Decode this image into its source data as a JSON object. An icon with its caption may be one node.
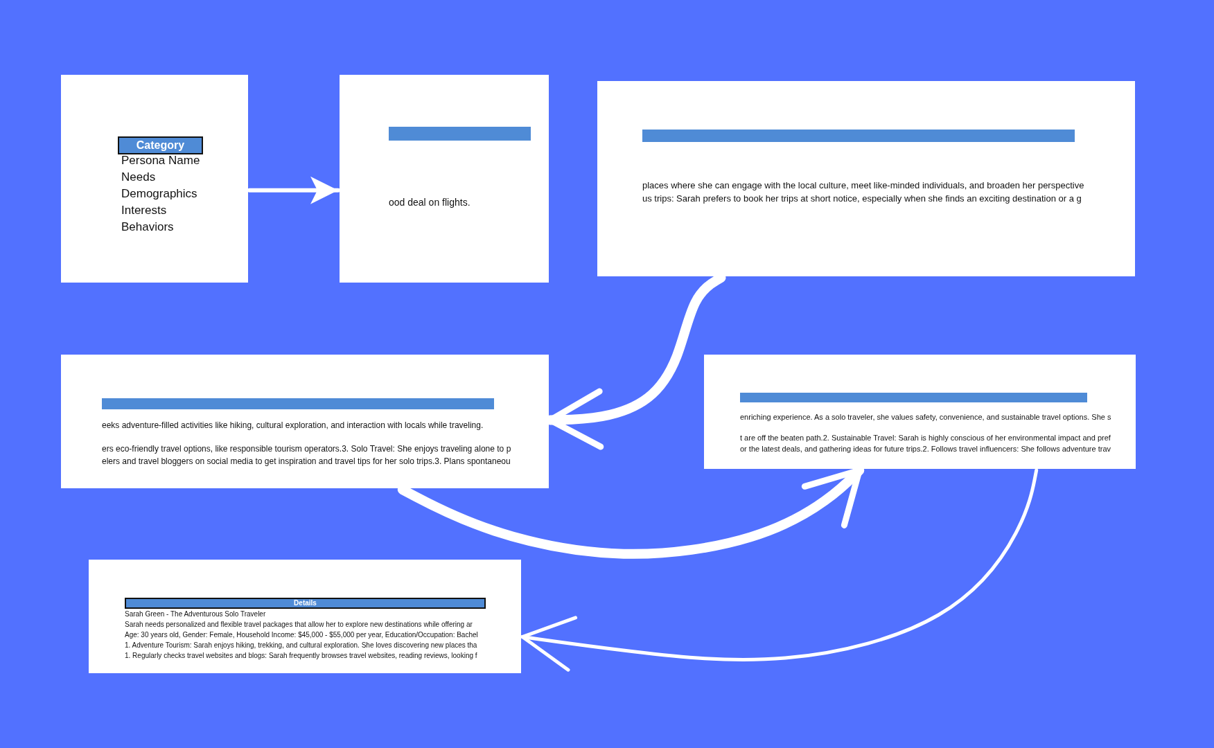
{
  "diagram": {
    "nodes": [
      {
        "text": [
          "Category",
          "Persona Name",
          "Needs",
          "Demographics",
          "Interests",
          "Behaviors"
        ]
      },
      {
        "text": [
          "ood deal on flights."
        ]
      },
      {
        "text": [
          "places where she can engage with the local culture, meet like-minded individuals, and broaden her perspective",
          "us trips: Sarah prefers to book her trips at short notice, especially when she finds an exciting destination or a g"
        ]
      },
      {
        "text": [
          "eeks adventure-filled activities like hiking, cultural exploration, and interaction with locals while traveling.",
          "ers eco-friendly travel options, like responsible tourism operators.3. Solo Travel: She enjoys traveling alone to p",
          "elers and travel bloggers on social media to get inspiration and travel tips for her solo trips.3. Plans spontaneou"
        ]
      },
      {
        "text": [
          "enriching experience. As a solo traveler, she values safety, convenience, and sustainable travel options. She s",
          "t are off the beaten path.2. Sustainable Travel: Sarah is highly conscious of her environmental impact and pref",
          "or the latest deals, and gathering ideas for future trips.2. Follows travel influencers: She follows adventure trav"
        ]
      },
      {
        "text": [
          "Details",
          "Sarah Green - The Adventurous Solo Traveler",
          "Sarah needs personalized and flexible travel packages that allow her to explore new destinations while offering ar",
          "Age: 30 years old, Gender: Female, Household Income: $45,000 - $55,000 per year, Education/Occupation: Bachel",
          "1. Adventure Tourism: Sarah enjoys hiking, trekking, and cultural exploration. She loves discovering new places tha",
          "1. Regularly checks travel websites and blogs: Sarah frequently browses travel websites, reading reviews, looking f"
        ]
      }
    ],
    "edges": [
      {
        "from": 0,
        "to": 1,
        "arrow": "to"
      },
      {
        "from": 2,
        "to": 3,
        "arrow": "to",
        "style": "thick"
      },
      {
        "from": 3,
        "to": 4,
        "arrow": "to",
        "style": "thick"
      },
      {
        "from": 4,
        "to": 5,
        "arrow": "to"
      }
    ]
  }
}
